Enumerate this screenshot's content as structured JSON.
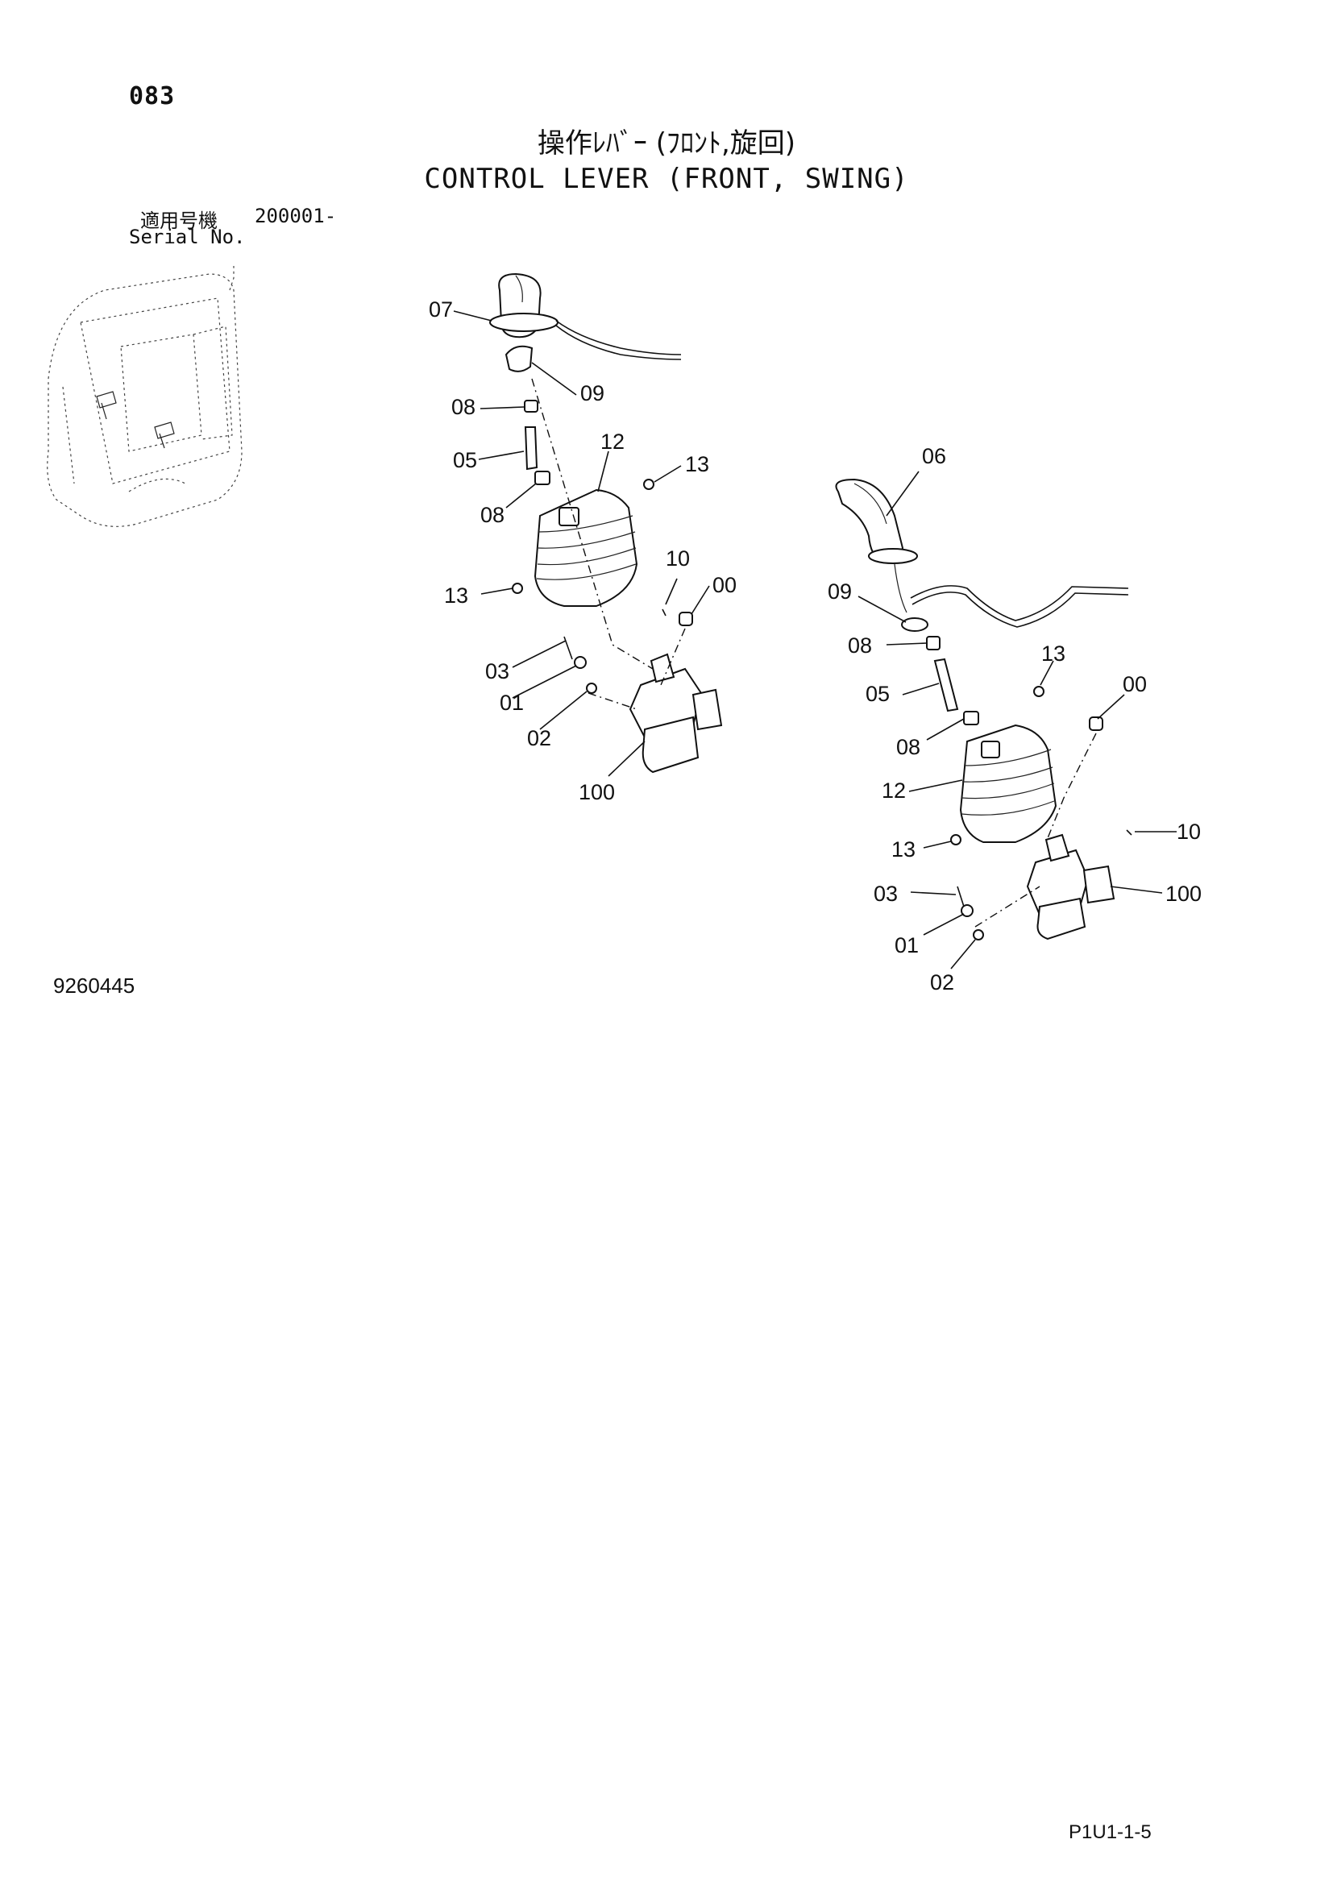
{
  "header": {
    "page_number": "083",
    "title_jp": "操作ﾚﾊﾞｰ (ﾌﾛﾝﾄ,旋回)",
    "title_en": "CONTROL LEVER (FRONT, SWING)",
    "serial_label_jp": "適用号機",
    "serial_value": "200001-",
    "serial_label_en": "Serial No."
  },
  "callouts": {
    "left": {
      "c07": "07",
      "c09": "09",
      "c08a": "08",
      "c05": "05",
      "c12": "12",
      "c13a": "13",
      "c08b": "08",
      "c13b": "13",
      "c10": "10",
      "c00": "00",
      "c03": "03",
      "c01": "01",
      "c02": "02",
      "c100": "100"
    },
    "right": {
      "c06": "06",
      "c09": "09",
      "c08a": "08",
      "c13a": "13",
      "c05": "05",
      "c00": "00",
      "c08b": "08",
      "c12": "12",
      "c10": "10",
      "c13b": "13",
      "c100": "100",
      "c03": "03",
      "c01": "01",
      "c02": "02"
    }
  },
  "footer": {
    "illustration_number": "9260445",
    "page_reference": "P1U1-1-5"
  }
}
